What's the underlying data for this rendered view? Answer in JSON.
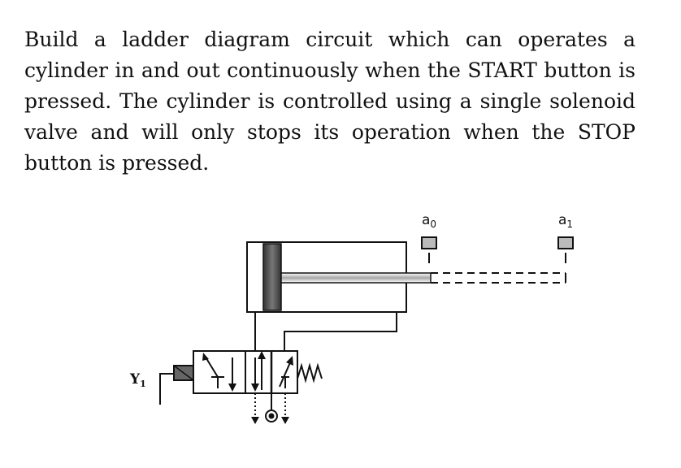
{
  "problem": {
    "text": "Build a ladder diagram circuit which can operates a cylinder in and out continuously when the START button is pressed. The cylinder is controlled using a single solenoid valve and will only stops its operation when the STOP button is pressed."
  },
  "diagram": {
    "sensor_a0": {
      "label": "a",
      "sub": "0"
    },
    "sensor_a1": {
      "label": "a",
      "sub": "1"
    },
    "solenoid": {
      "label": "Y",
      "sub": "1"
    }
  }
}
